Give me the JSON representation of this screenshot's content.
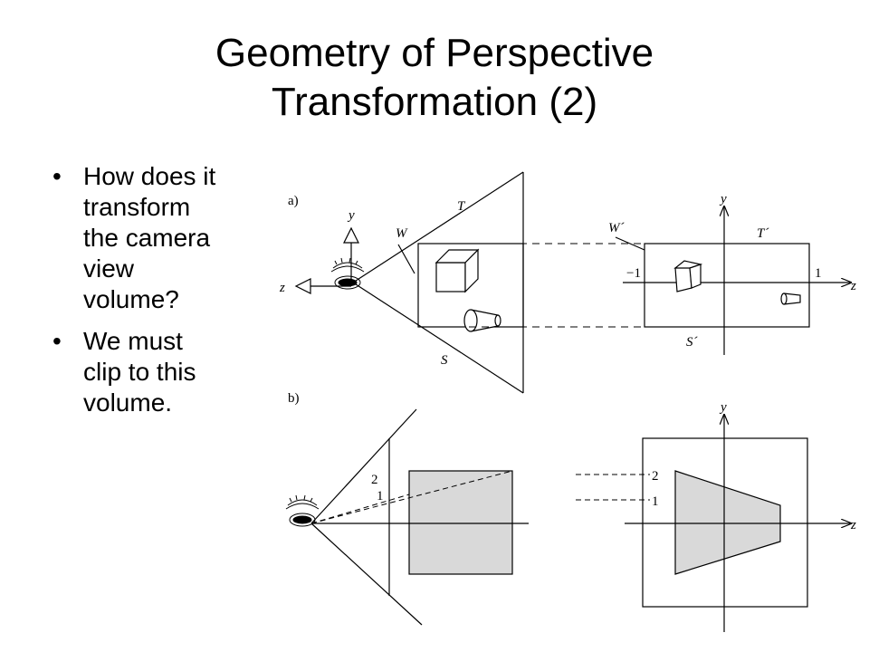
{
  "slide": {
    "title_line1": "Geometry of Perspective",
    "title_line2": "Transformation (2)"
  },
  "bullets": [
    {
      "marker": "•",
      "lines": [
        "How does it",
        "transform",
        "the camera",
        "view",
        "volume?"
      ]
    },
    {
      "marker": "•",
      "lines": [
        "We must",
        "clip to this",
        "volume."
      ]
    }
  ],
  "diagram": {
    "panel_a_label": "a)",
    "panel_b_label": "b)",
    "a_left": {
      "y": "y",
      "z": "z",
      "T": "T",
      "W": "W",
      "S": "S"
    },
    "a_right": {
      "y": "y",
      "z": "z",
      "T_prime": "T´",
      "W_prime": "W´",
      "S_prime": "S´",
      "minus_one": "−1",
      "one": "1"
    },
    "b_left": {
      "two": "2",
      "one": "1"
    },
    "b_right": {
      "y": "y",
      "z": "z",
      "two": "2",
      "one": "1"
    },
    "colors": {
      "fill_gray": "#d9d9d9",
      "stroke": "#000000"
    }
  }
}
